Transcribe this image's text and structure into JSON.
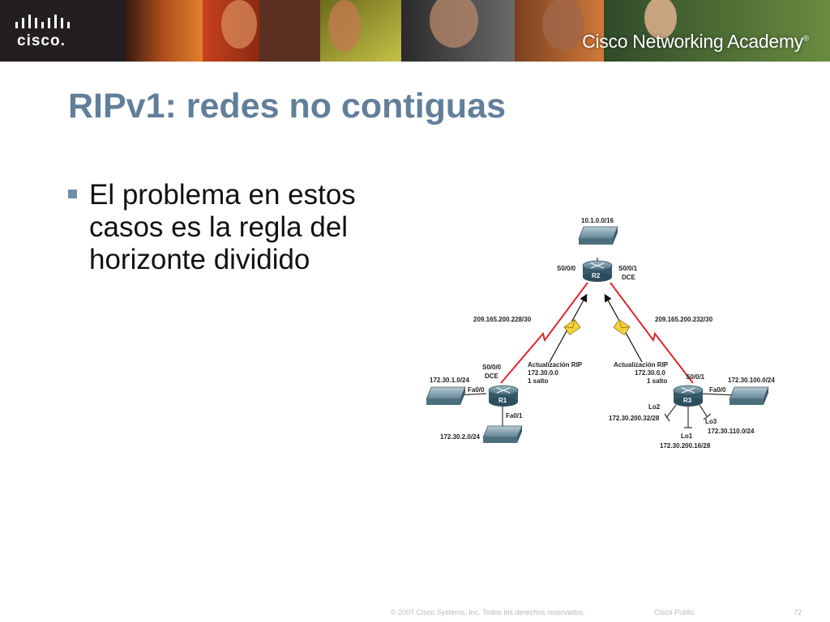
{
  "header": {
    "logo_text": "cisco.",
    "academy_title": "Cisco Networking Academy",
    "trademark": "®"
  },
  "slide": {
    "title": "RIPv1: redes no contiguas",
    "bullet": "El problema en estos casos es la regla del horizonte dividido"
  },
  "diagram": {
    "top_network": "10.1.0.0/16",
    "routers": {
      "r1": "R1",
      "r2": "R2",
      "r3": "R3"
    },
    "r2_left_port": "S0/0/0",
    "r2_right_port": "S0/0/1",
    "r2_right_dce": "DCE",
    "left_link_net": "209.165.200.228/30",
    "right_link_net": "209.165.200.232/30",
    "left_update": [
      "Actualización RIP",
      "172.30.0.0",
      "1 salto"
    ],
    "right_update": [
      "Actualización RIP",
      "172.30.0.0",
      "1 salto"
    ],
    "r1_serial": "S0/0/0",
    "r1_dce": "DCE",
    "r1_fa00_net": "172.30.1.0/24",
    "r1_fa00": "Fa0/0",
    "r1_fa01": "Fa0/1",
    "r1_fa01_net": "172.30.2.0/24",
    "r3_serial": "S0/0/1",
    "r3_fa00_net": "172.30.100.0/24",
    "r3_fa00": "Fa0/0",
    "lo2": "Lo2",
    "lo2_net": "172.30.200.32/28",
    "lo3": "Lo3",
    "lo3_net": "172.30.110.0/24",
    "lo1": "Lo1",
    "lo1_net": "172.30.200.16/28"
  },
  "footer": {
    "copyright": "© 2007 Cisco Systems, Inc. Todos los derechos reservados.",
    "classification": "Cisco Public",
    "page_number": "72"
  }
}
